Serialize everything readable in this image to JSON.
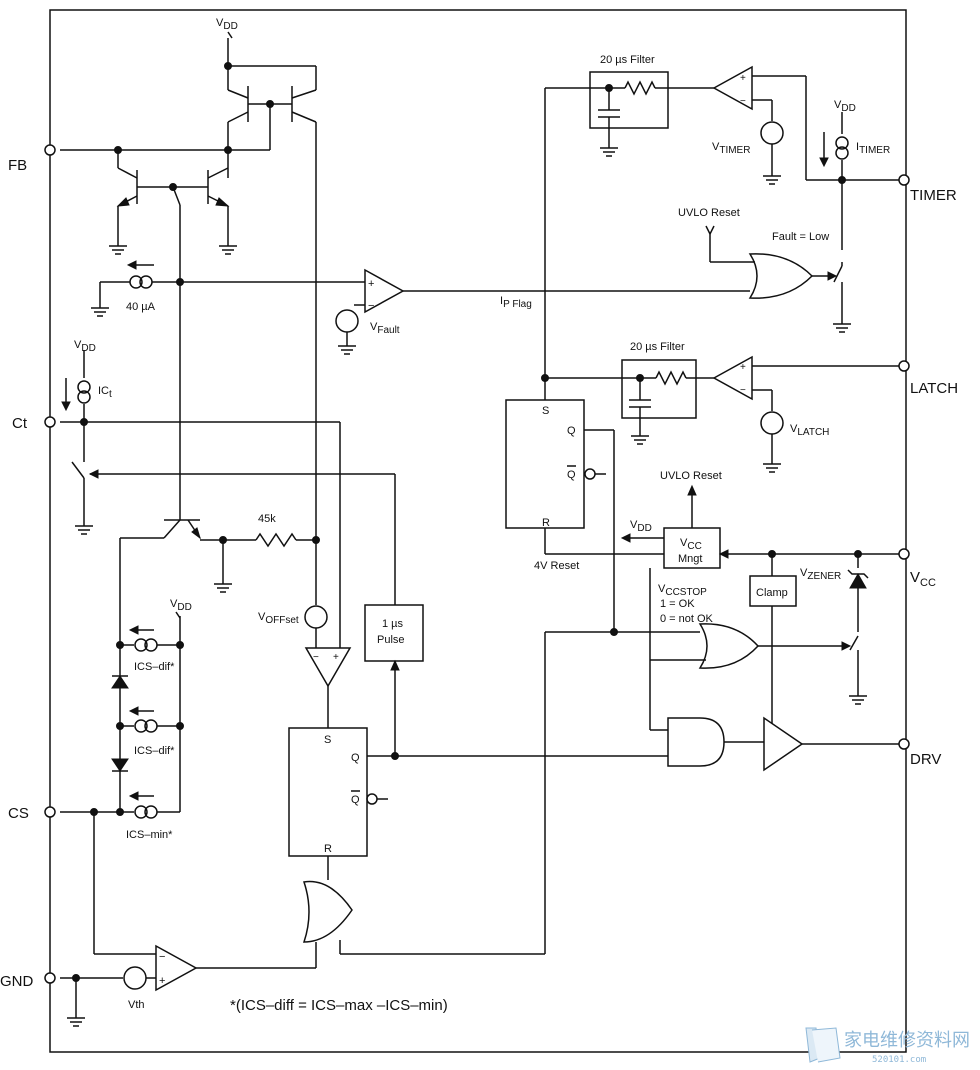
{
  "pins": {
    "fb": "FB",
    "ct": "Ct",
    "cs": "CS",
    "gnd": "GND",
    "timer": "TIMER",
    "latch": "LATCH",
    "vcc": "V",
    "vcc_sub": "CC",
    "drv": "DRV"
  },
  "labels": {
    "vdd": "V",
    "vdd_sub": "DD",
    "i40": "40 µA",
    "ict": "IC",
    "ict_sub": "t",
    "vfault": "V",
    "vfault_sub": "Fault",
    "ipflag": "I",
    "ipflag_sub": "P Flag",
    "filter": "20 µs Filter",
    "vtimer": "V",
    "vtimer_sub": "TIMER",
    "itimer": "I",
    "itimer_sub": "TIMER",
    "uvlo_reset": "UVLO Reset",
    "fault_low": "Fault = Low",
    "vlatch": "V",
    "vlatch_sub": "LATCH",
    "s": "S",
    "q": "Q",
    "qbar": "Q",
    "r": "R",
    "reset4v": "4V Reset",
    "r45k": "45k",
    "voffset": "V",
    "voffset_sub": "OFFset",
    "pulse_line1": "1 µs",
    "pulse_line2": "Pulse",
    "vcc_mngt_v": "V",
    "vcc_mngt_sub": "CC",
    "vcc_mngt_line2": "Mngt",
    "vccstop": "V",
    "vccstop_sub": "CCSTOP",
    "ok": "1 = OK",
    "not_ok": "0 = not OK",
    "clamp": "Clamp",
    "vzener": "V",
    "vzener_sub": "ZENER",
    "ics_dif": "ICS–dif*",
    "ics_min": "ICS–min*",
    "vth": "Vth",
    "plus": "+",
    "minus": "−",
    "footnote": "*(ICS–diff = ICS–max –ICS–min)"
  },
  "watermark": {
    "text": "家电维修资料网",
    "url": "520101.com"
  }
}
